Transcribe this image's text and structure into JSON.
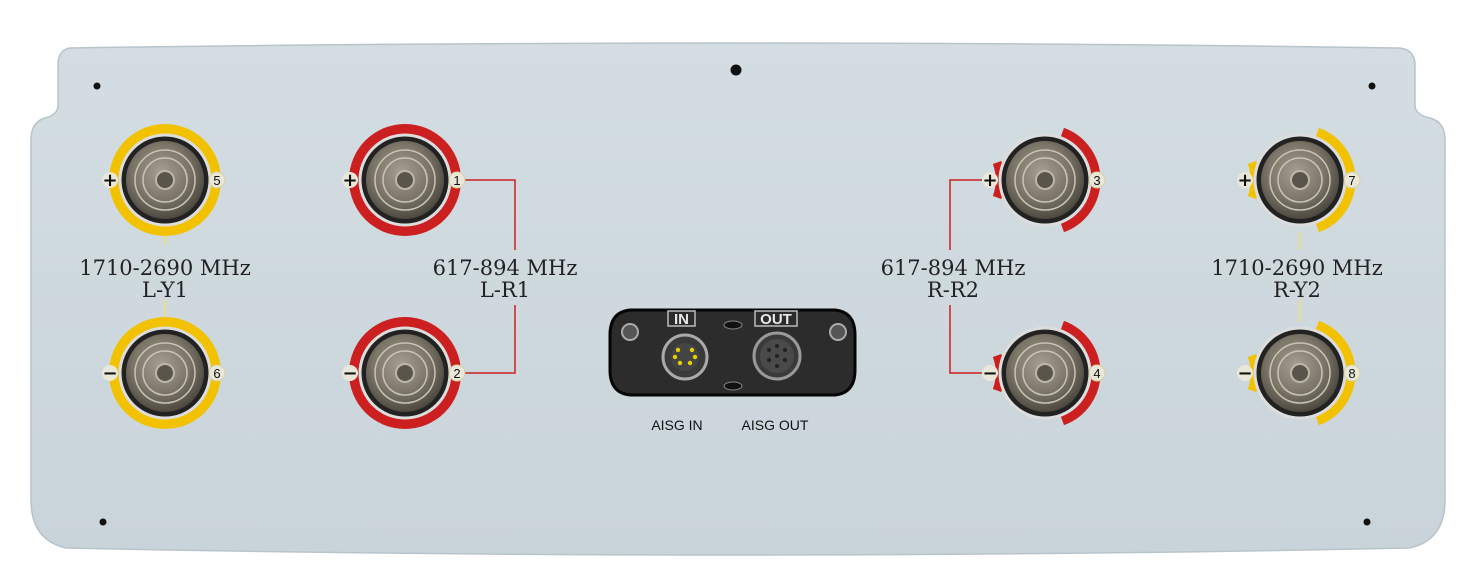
{
  "panel": {
    "ports": [
      {
        "number": "5",
        "polarity": "+",
        "group": "L-Y1",
        "color": "#f2c200"
      },
      {
        "number": "6",
        "polarity": "−",
        "group": "L-Y1",
        "color": "#f2c200"
      },
      {
        "number": "1",
        "polarity": "+",
        "group": "L-R1",
        "color": "#cc1f1f"
      },
      {
        "number": "2",
        "polarity": "−",
        "group": "L-R1",
        "color": "#cc1f1f"
      },
      {
        "number": "3",
        "polarity": "+",
        "group": "R-R2",
        "color": "#cc1f1f"
      },
      {
        "number": "4",
        "polarity": "−",
        "group": "R-R2",
        "color": "#cc1f1f"
      },
      {
        "number": "7",
        "polarity": "+",
        "group": "R-Y2",
        "color": "#f2c200"
      },
      {
        "number": "8",
        "polarity": "−",
        "group": "R-Y2",
        "color": "#f2c200"
      }
    ],
    "bands": [
      {
        "freq": "1710-2690 MHz",
        "name": "L-Y1"
      },
      {
        "freq": "617-894 MHz",
        "name": "L-R1"
      },
      {
        "freq": "617-894 MHz",
        "name": "R-R2"
      },
      {
        "freq": "1710-2690 MHz",
        "name": "R-Y2"
      }
    ],
    "aisg": {
      "in_tag": "IN",
      "out_tag": "OUT",
      "in_label": "AISG IN",
      "out_label": "AISG OUT"
    }
  }
}
